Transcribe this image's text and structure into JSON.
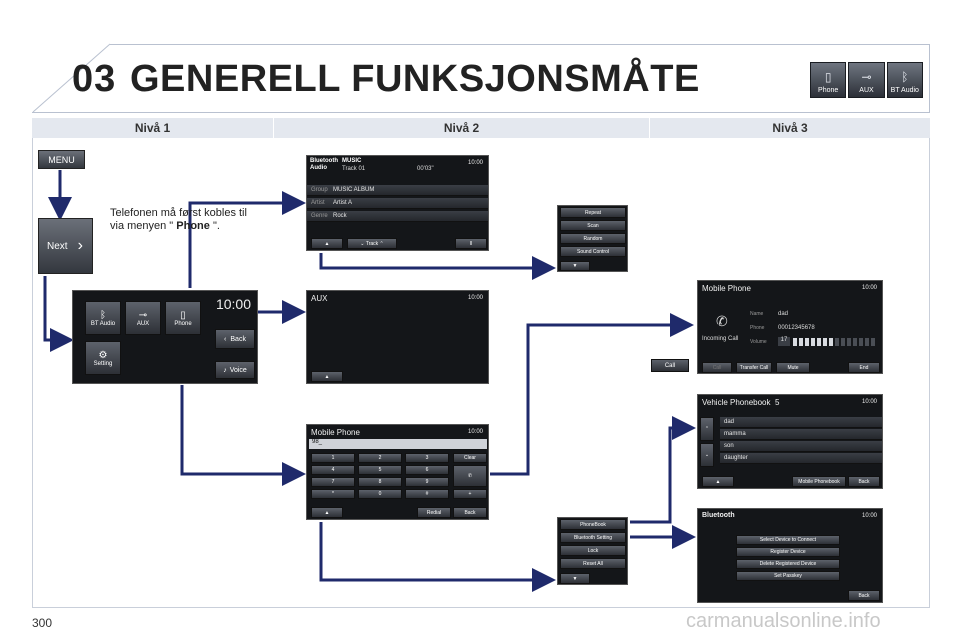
{
  "header": {
    "chapter": "03",
    "title": "GENERELL FUNKSJONSMÅTE"
  },
  "mode_icons": [
    {
      "label": "Phone",
      "icon": "phone-icon"
    },
    {
      "label": "AUX",
      "icon": "aux-cable-icon"
    },
    {
      "label": "BT Audio",
      "icon": "bluetooth-icon"
    }
  ],
  "columns": [
    "Nivå 1",
    "Nivå 2",
    "Nivå 3"
  ],
  "level1": {
    "menu_label": "MENU",
    "next_label": "Next",
    "note_line1": "Telefonen må først kobles til",
    "note_line2_prefix": "via menyen \"",
    "note_bold": " Phone ",
    "note_line2_suffix": "\".",
    "main_screen": {
      "time": "10:00",
      "buttons": [
        "BT Audio",
        "AUX",
        "Phone",
        "Setting"
      ],
      "back": "Back",
      "voice": "Voice"
    }
  },
  "bt_audio": {
    "title_line1": "Bluetooth",
    "title_line2": "Audio",
    "source": "MUSIC",
    "track": "Track 01",
    "elapsed": "00'03\"",
    "time": "10:00",
    "rows": [
      {
        "label": "Group",
        "value": "MUSIC ALBUM"
      },
      {
        "label": "Artist",
        "value": "Artist A"
      },
      {
        "label": "Genre",
        "value": "Rock"
      }
    ],
    "track_btn": "Track"
  },
  "bt_menu": [
    "Repeat",
    "Scan",
    "Random",
    "Sound Control"
  ],
  "aux": {
    "title": "AUX",
    "time": "10:00"
  },
  "dialpad": {
    "title": "Mobile Phone",
    "time": "10:00",
    "input": "98_",
    "keys": [
      "1",
      "2",
      "3",
      "4",
      "5",
      "6",
      "7",
      "8",
      "9",
      "*",
      "0",
      "#"
    ],
    "clear": "Clear",
    "plus": "+",
    "redial": "Redial",
    "back": "Back"
  },
  "incoming": {
    "title": "Mobile Phone",
    "time": "10:00",
    "caption": "Incoming Call",
    "name_label": "Name",
    "name": "dad",
    "phone_label": "Phone",
    "phone": "00012345678",
    "volume_label": "Volume",
    "volume": "17",
    "buttons": [
      "Call",
      "Transfer Call",
      "Mute",
      "End"
    ]
  },
  "call_button": "Call",
  "phone_menu": [
    "PhoneBook",
    "Bluetooth Setting",
    "Lock",
    "Reset All"
  ],
  "phonebook": {
    "title": "Vehicle Phonebook",
    "count": "5",
    "time": "10:00",
    "entries": [
      "dad",
      "mamma",
      "son",
      "daughter"
    ],
    "mobile_phonebook": "Mobile Phonebook",
    "back": "Back"
  },
  "bt_setting": {
    "title": "Bluetooth",
    "time": "10:00",
    "options": [
      "Select Device to Connect",
      "Register Device",
      "Delete Registered Device",
      "Set Passkey"
    ],
    "back": "Back"
  },
  "footer": {
    "page": "300",
    "watermark": "carmanualsonline.info"
  }
}
